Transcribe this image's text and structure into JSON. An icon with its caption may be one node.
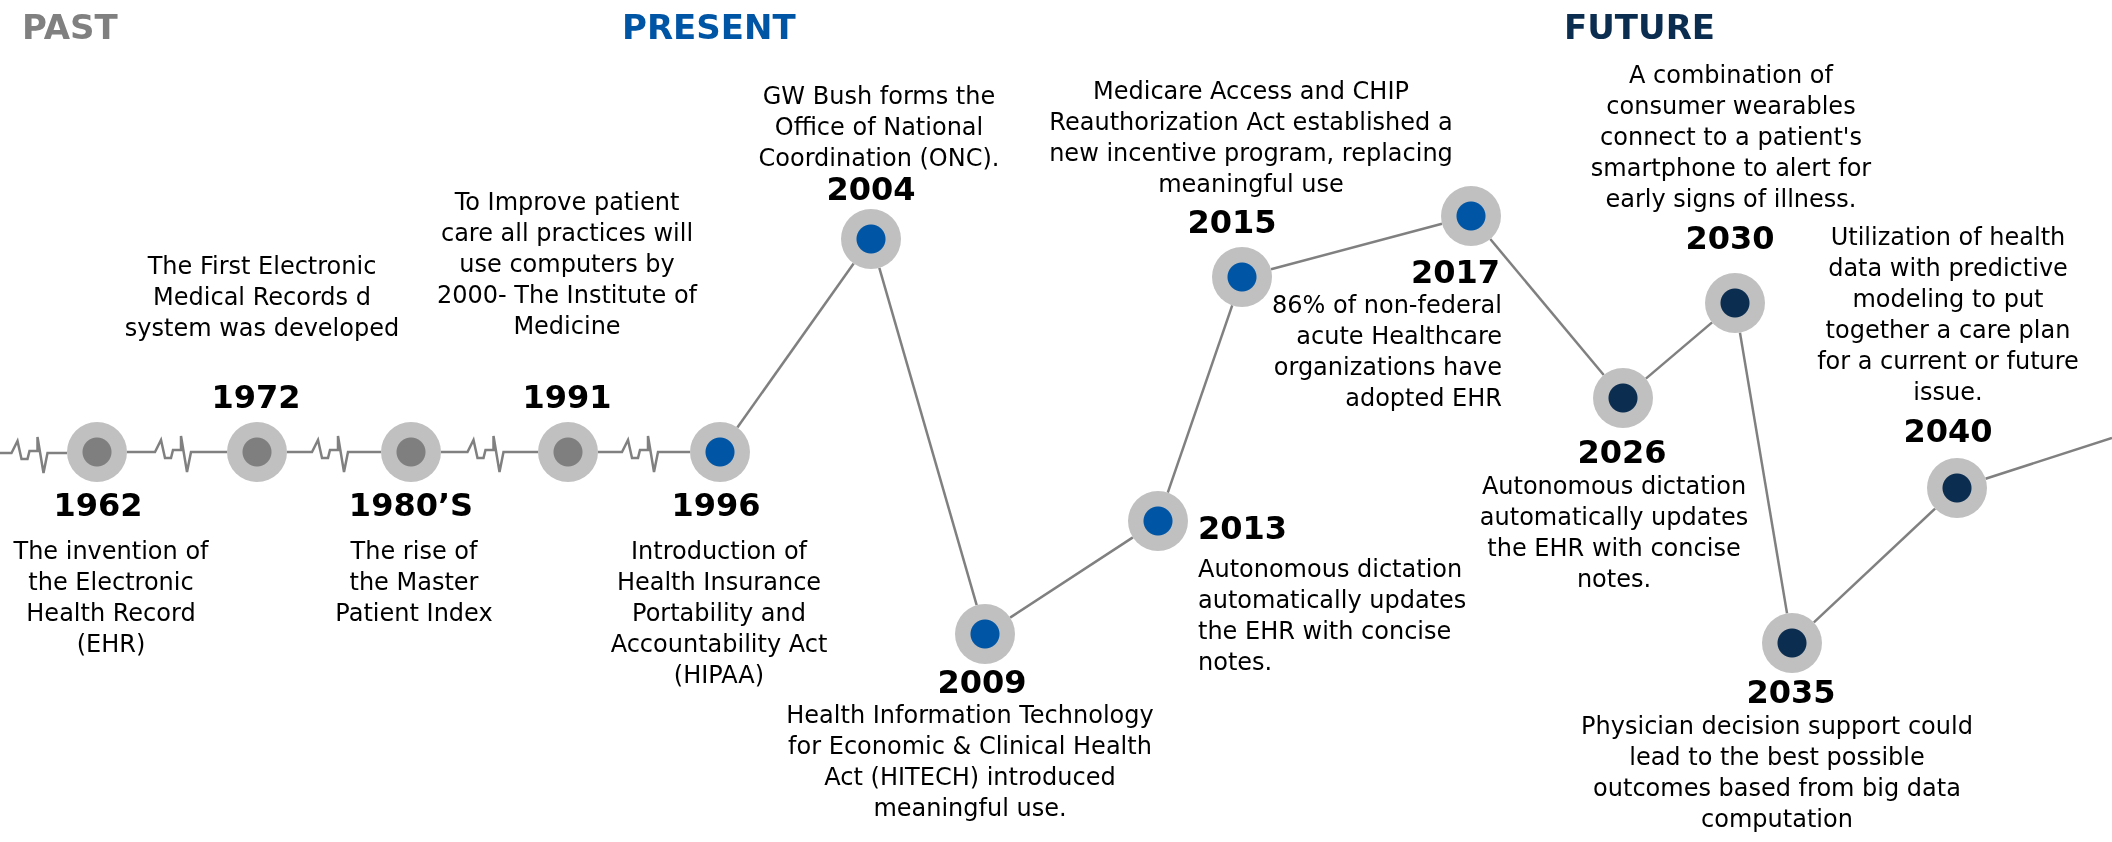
{
  "diagram": {
    "nodes": [
      {
        "text": [],
        "shape": "circle",
        "beside": [
          "1962",
          "The invention of the Electronic Health Record (EHR)"
        ]
      },
      {
        "text": [],
        "shape": "circle",
        "beside": [
          "1972",
          "The First Electronic Medical Records d system was developed"
        ]
      },
      {
        "text": [],
        "shape": "circle",
        "beside": [
          "1980’S",
          "The rise of the Master Patient Index"
        ]
      },
      {
        "text": [],
        "shape": "circle",
        "beside": [
          "1991",
          "To Improve patient care all practices will use computers by 2000- The Institute of Medicine"
        ]
      },
      {
        "text": [],
        "shape": "circle",
        "beside": [
          "1996",
          "Introduction of Health Insurance Portability and Accountability Act (HIPAA)"
        ]
      },
      {
        "text": [],
        "shape": "circle",
        "beside": [
          "2004",
          "GW Bush forms the Office of National Coordination (ONC)."
        ]
      },
      {
        "text": [],
        "shape": "circle",
        "beside": [
          "2009",
          "Health Information Technology for Economic & Clinical Health Act (HITECH) introduced meaningful use."
        ]
      },
      {
        "text": [],
        "shape": "circle",
        "beside": [
          "2013",
          "Autonomous dictation automatically updates the EHR with concise notes."
        ]
      },
      {
        "text": [],
        "shape": "circle",
        "beside": [
          "2015",
          "Medicare Access and CHIP Reauthorization Act established a new incentive program, replacing meaningful use"
        ]
      },
      {
        "text": [],
        "shape": "circle",
        "beside": [
          "2017",
          "86% of non-federal acute Healthcare organizations have adopted EHR"
        ]
      },
      {
        "text": [],
        "shape": "circle",
        "beside": [
          "2026",
          "Autonomous dictation automatically updates the EHR with concise notes."
        ]
      },
      {
        "text": [],
        "shape": "circle",
        "beside": [
          "2030",
          "A combination of consumer wearables connect to a patient's smartphone to alert for early signs of illness."
        ]
      },
      {
        "text": [],
        "shape": "circle",
        "beside": [
          "2035",
          "Physician decision support could lead to the best possible outcomes based from big data computation"
        ]
      },
      {
        "text": [],
        "shape": "circle",
        "beside": [
          "2040",
          "Utilization of health data with predictive modeling to put together a care plan for a current or future issue."
        ]
      }
    ],
    "edges": [
      {
        "from": null,
        "to": 0,
        "arrow": "none"
      },
      {
        "from": 0,
        "to": 1,
        "arrow": "none"
      },
      {
        "from": 1,
        "to": 2,
        "arrow": "none"
      },
      {
        "from": 2,
        "to": 3,
        "arrow": "none"
      },
      {
        "from": 3,
        "to": 4,
        "arrow": "none"
      },
      {
        "from": 4,
        "to": 5,
        "arrow": "none"
      },
      {
        "from": 5,
        "to": 6,
        "arrow": "none"
      },
      {
        "from": 6,
        "to": 7,
        "arrow": "none"
      },
      {
        "from": 7,
        "to": 8,
        "arrow": "none"
      },
      {
        "from": 8,
        "to": 9,
        "arrow": "none"
      },
      {
        "from": 9,
        "to": 10,
        "arrow": "none"
      },
      {
        "from": 10,
        "to": 11,
        "arrow": "none"
      },
      {
        "from": 11,
        "to": 12,
        "arrow": "none"
      },
      {
        "from": 12,
        "to": 13,
        "arrow": "none"
      },
      {
        "from": 13,
        "to": null,
        "arrow": "none"
      }
    ],
    "labels": [
      "PAST",
      "PRESENT",
      "FUTURE"
    ]
  }
}
